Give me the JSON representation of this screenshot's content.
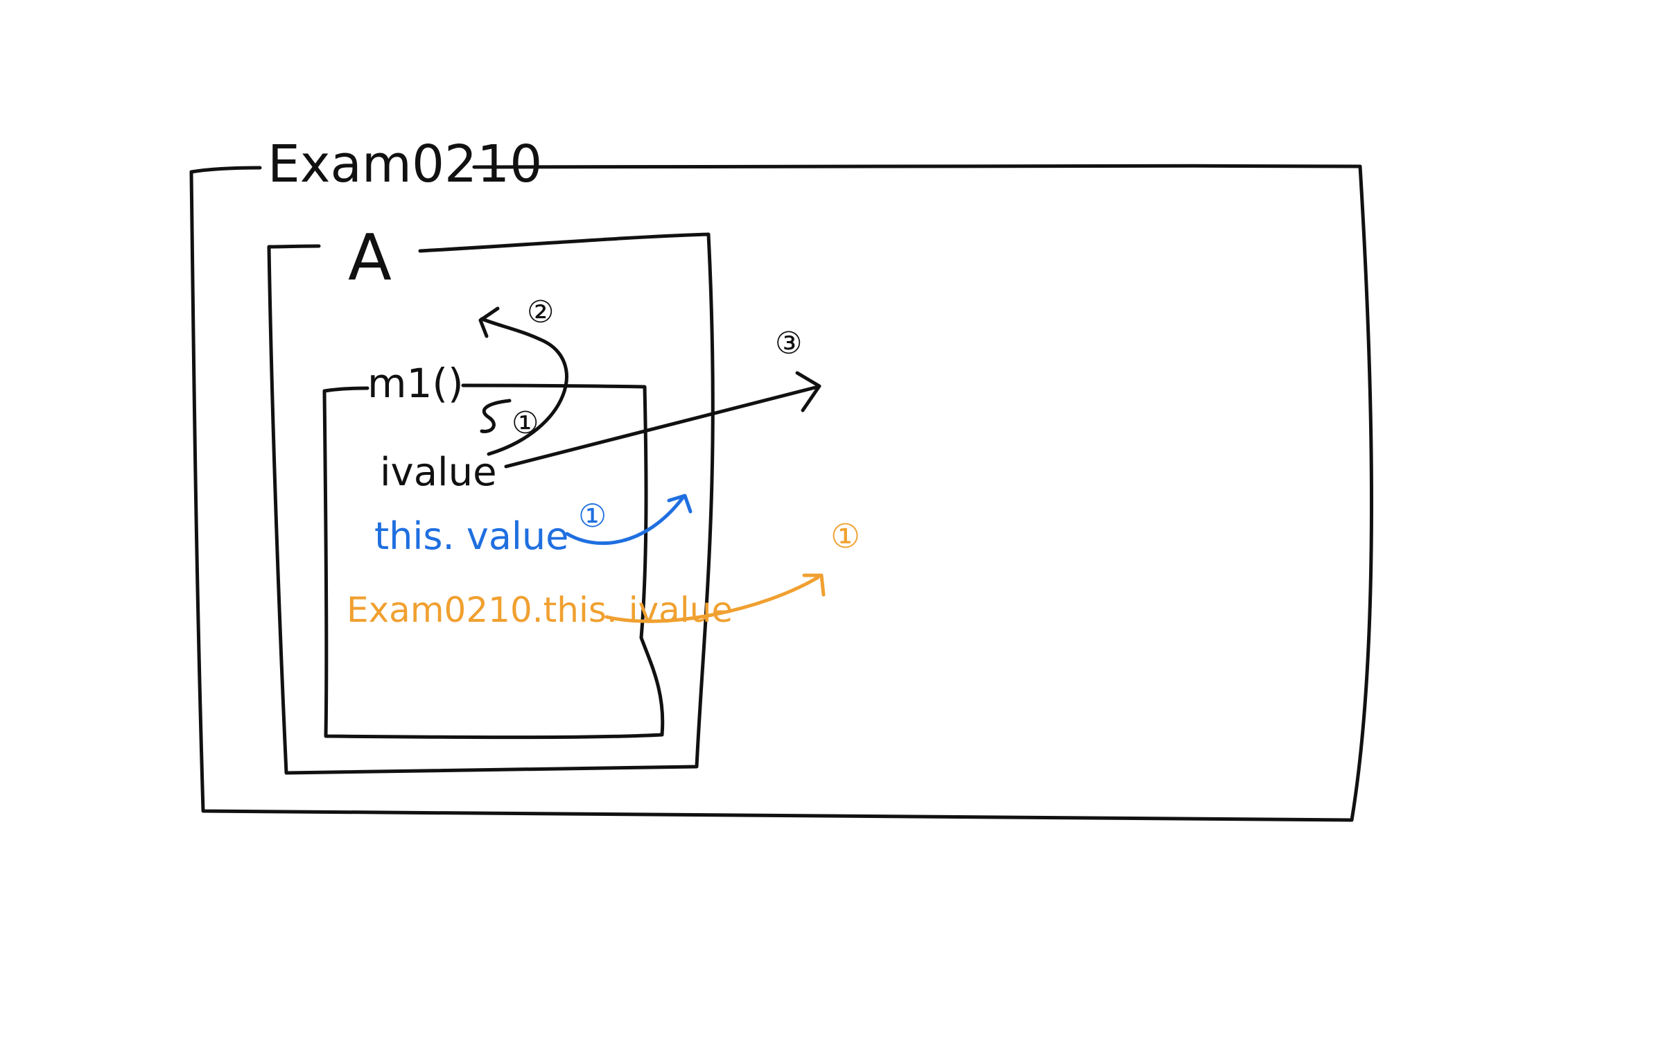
{
  "colors": {
    "ink": "#111111",
    "blue": "#1f6fe0",
    "orange": "#f0a030",
    "background": "#ffffff"
  },
  "labels": {
    "outer_class": "Exam0210",
    "inner_class": "A",
    "method": "m1()",
    "local_var": "ivalue",
    "this_ref": "this. value",
    "outer_this_ref": "Exam0210.this. ivalue",
    "step_1": "①",
    "step_2": "②",
    "step_3": "③",
    "blue_step": "①",
    "orange_step": "①"
  }
}
